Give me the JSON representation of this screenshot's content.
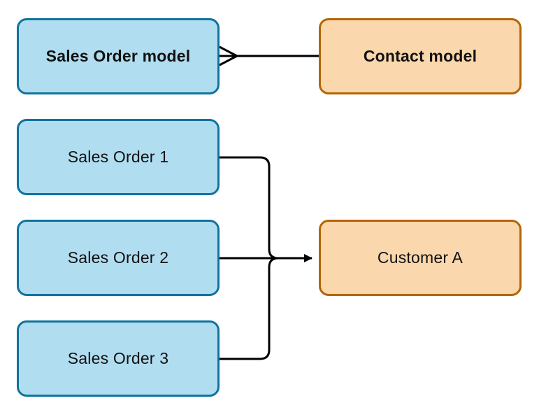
{
  "nodes": {
    "sales_order_model": "Sales Order model",
    "contact_model": "Contact model",
    "sales_order_1": "Sales Order 1",
    "sales_order_2": "Sales Order 2",
    "sales_order_3": "Sales Order 3",
    "customer_a": "Customer A"
  },
  "colors": {
    "blue_fill": "#b1ddf0",
    "blue_stroke": "#10739e",
    "orange_fill": "#fad7ac",
    "orange_stroke": "#b46504",
    "edge": "#000000"
  },
  "edges": [
    {
      "from": "sales_order_model",
      "to": "contact_model",
      "style": "crow-foot many-to-one"
    },
    {
      "from": "sales_order_1",
      "to": "customer_a",
      "style": "arrow"
    },
    {
      "from": "sales_order_2",
      "to": "customer_a",
      "style": "arrow"
    },
    {
      "from": "sales_order_3",
      "to": "customer_a",
      "style": "arrow"
    }
  ]
}
